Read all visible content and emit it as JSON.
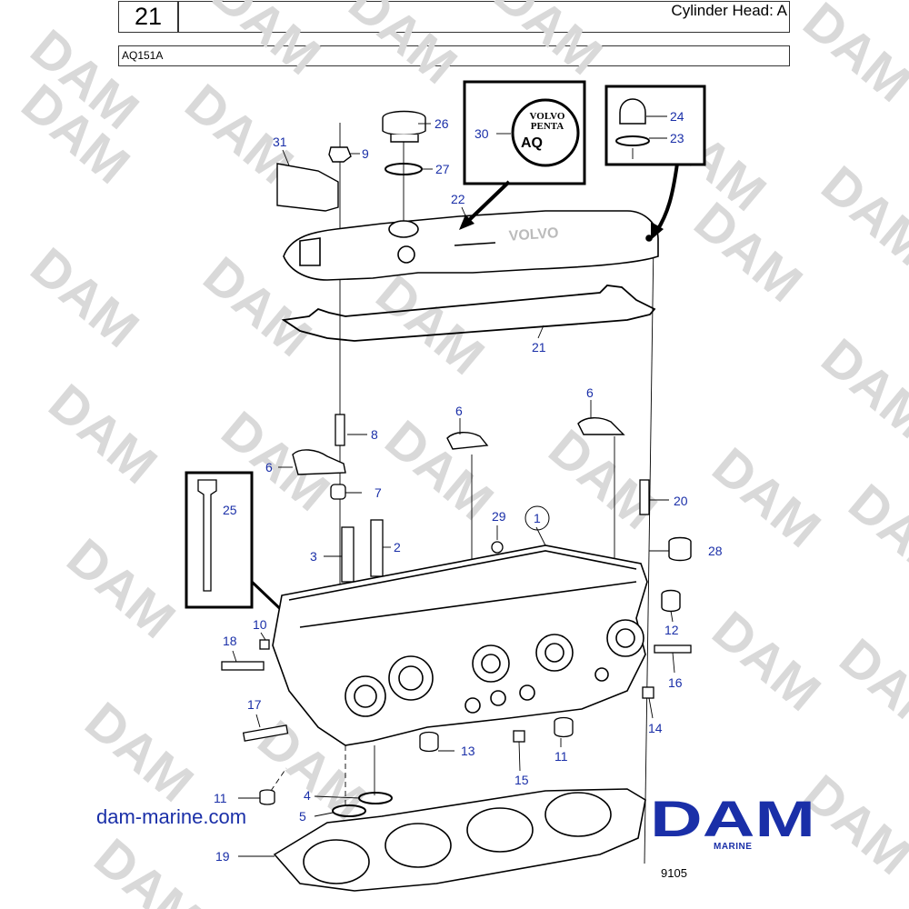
{
  "header": {
    "page_number": "21",
    "title": "Cylinder Head: A",
    "model": "AQ151A"
  },
  "watermark": {
    "text": "DAM"
  },
  "inset_logo": {
    "line1": "VOLVO",
    "line2": "PENTA",
    "line3": "AQ"
  },
  "callouts": {
    "c1": "1",
    "c2": "2",
    "c3": "3",
    "c4": "4",
    "c5": "5",
    "c6a": "6",
    "c6b": "6",
    "c6c": "6",
    "c7": "7",
    "c8": "8",
    "c9": "9",
    "c10": "10",
    "c11a": "11",
    "c11b": "11",
    "c12": "12",
    "c13": "13",
    "c14": "14",
    "c15": "15",
    "c16": "16",
    "c17": "17",
    "c18": "18",
    "c19": "19",
    "c20": "20",
    "c21": "21",
    "c22": "22",
    "c23": "23",
    "c24": "24",
    "c25": "25",
    "c26": "26",
    "c27": "27",
    "c28": "28",
    "c29": "29",
    "c30": "30",
    "c31": "31"
  },
  "footer": {
    "site_url": "dam-marine.com",
    "brand": "DAM",
    "brand_sub": "MARINE",
    "drawing_id": "9105"
  },
  "colors": {
    "callout": "#1a2fa8",
    "brand": "#1a2fa8",
    "watermark": "#d8d8d8"
  }
}
